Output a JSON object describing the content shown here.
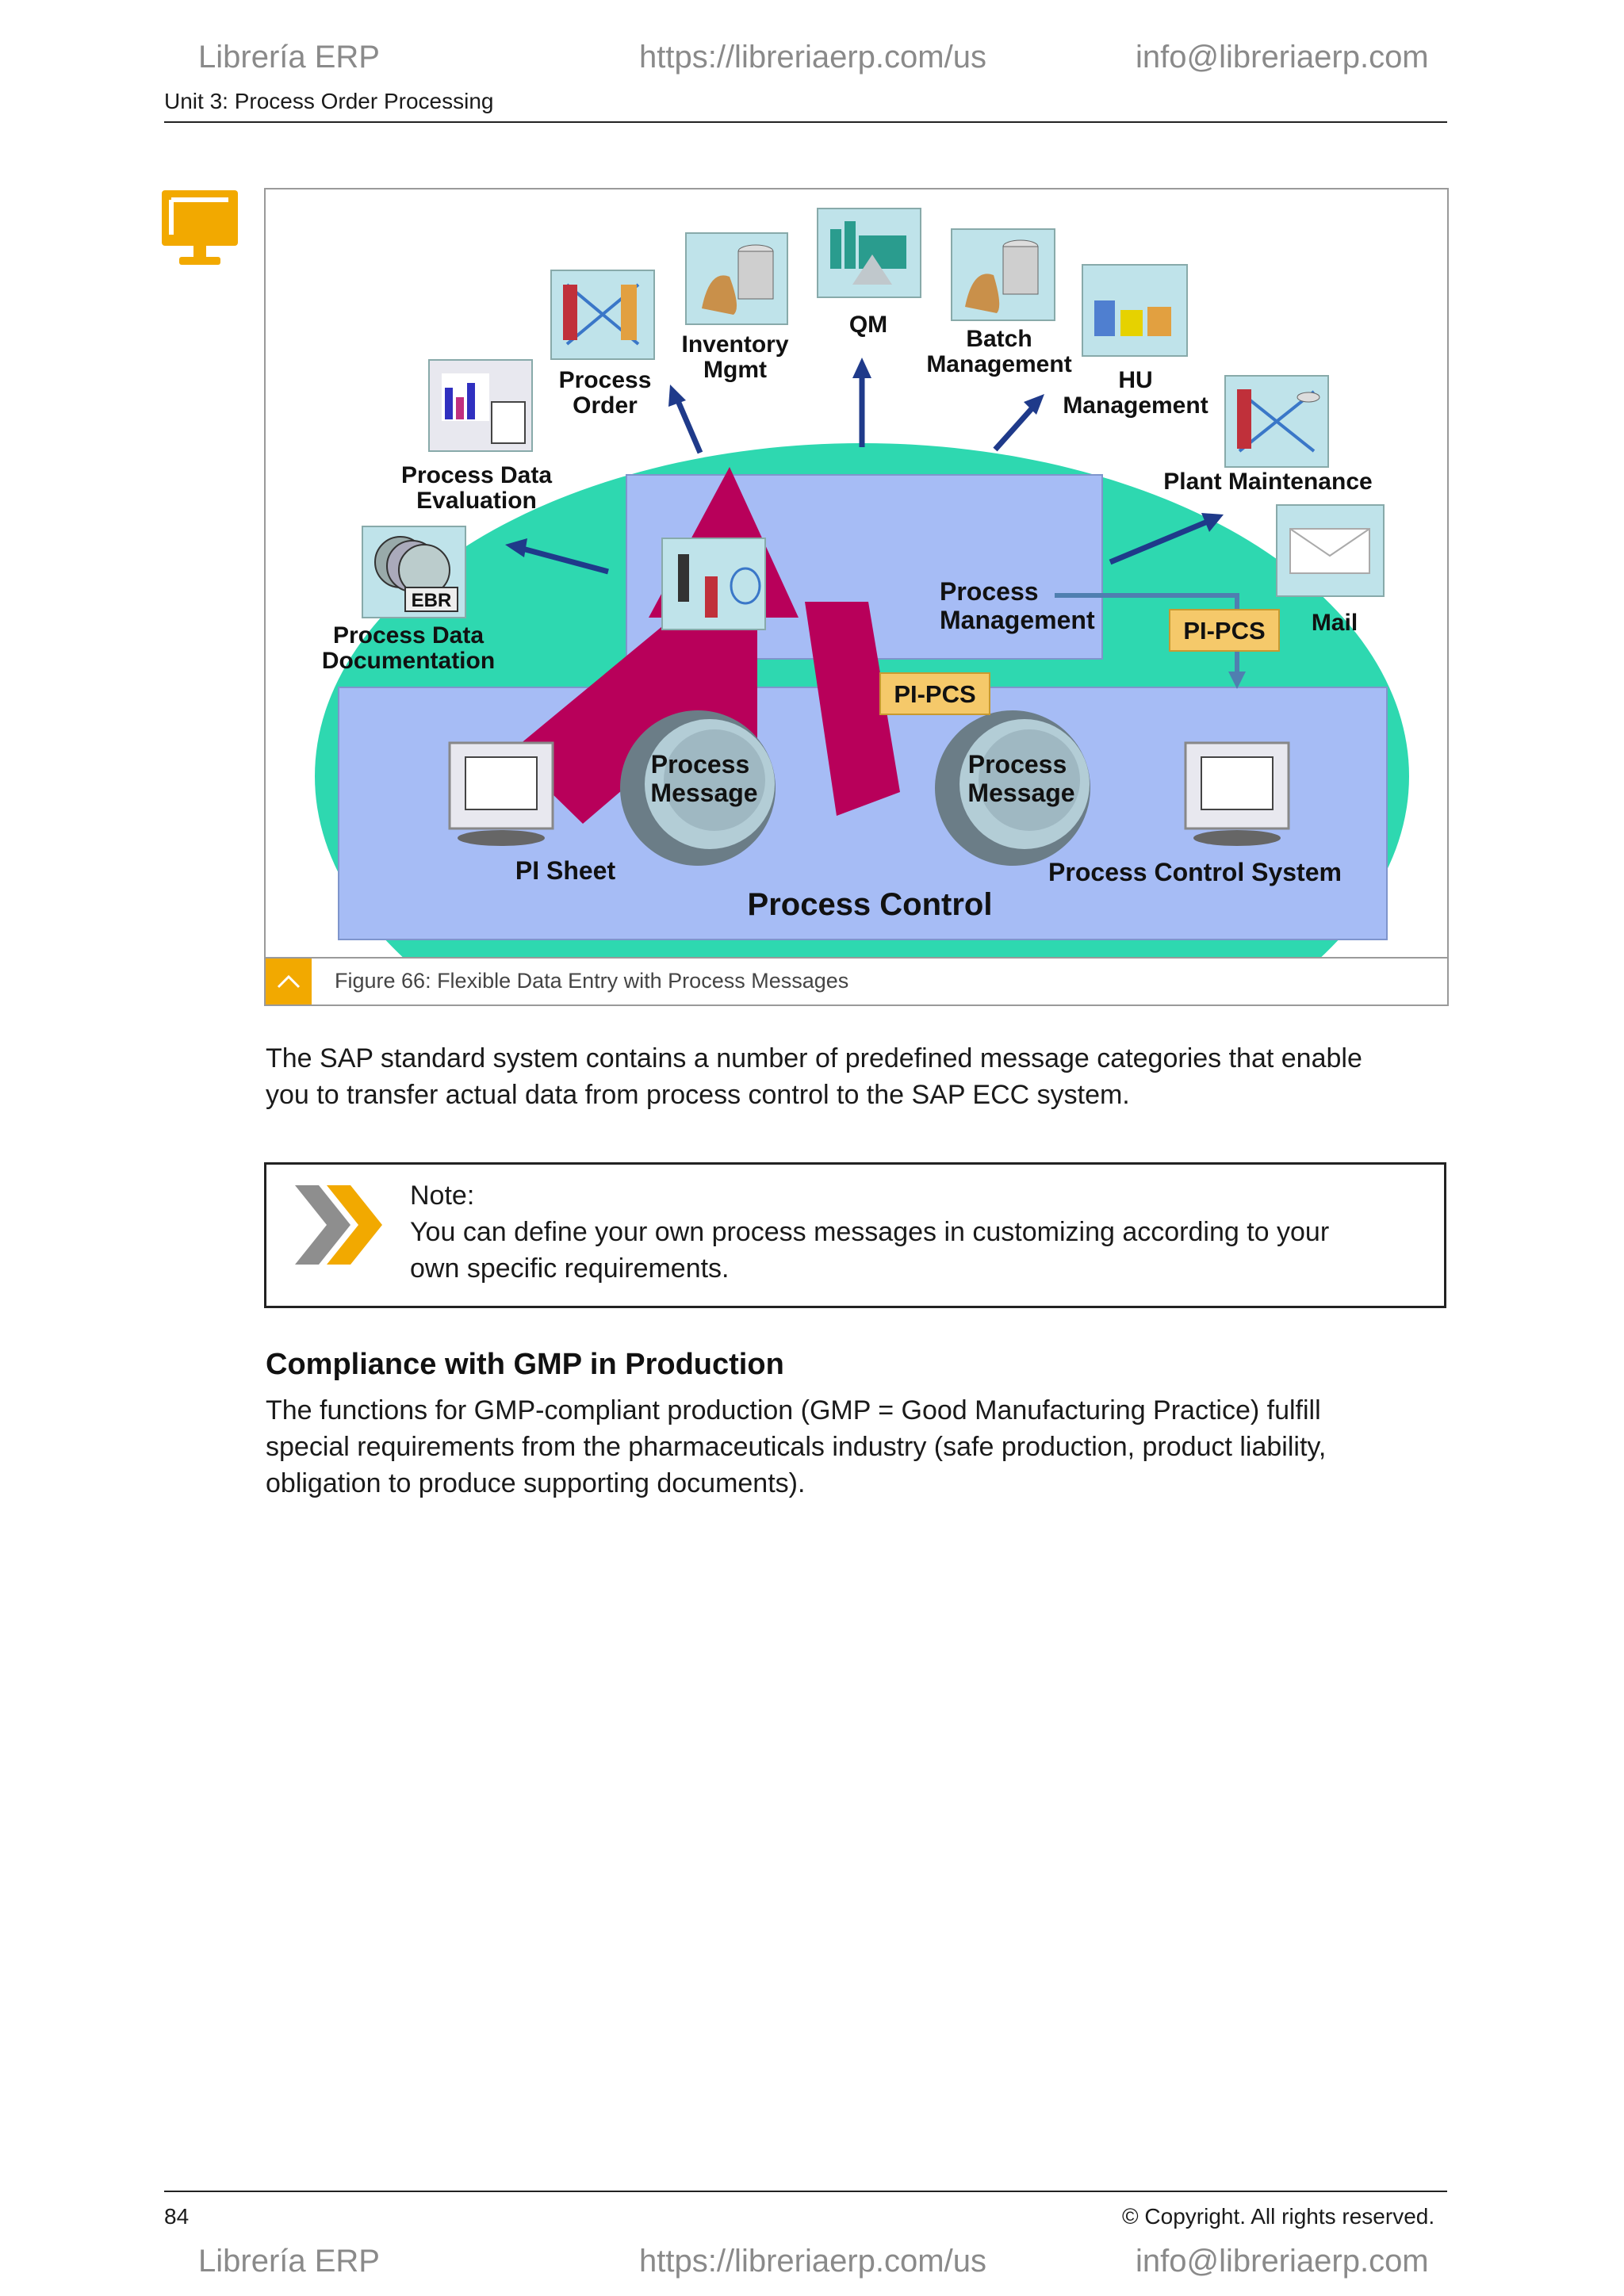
{
  "header": {
    "brand": "Librería ERP",
    "url": "https://libreriaerp.com/us",
    "email": "info@libreriaerp.com",
    "unit_title": "Unit 3: Process Order Processing"
  },
  "figure": {
    "caption": "Figure 66: Flexible Data Entry with Process Messages",
    "labels": {
      "qm": "QM",
      "inventory_1": "Inventory",
      "inventory_2": "Mgmt",
      "batch_1": "Batch",
      "batch_2": "Management",
      "process_order_1": "Process",
      "process_order_2": "Order",
      "hu_1": "HU",
      "hu_2": "Management",
      "pde_eval_1": "Process Data",
      "pde_eval_2": "Evaluation",
      "plant_maint": "Plant Maintenance",
      "ebr": "EBR",
      "pdd_1": "Process Data",
      "pdd_2": "Documentation",
      "mail": "Mail",
      "pm_1": "Process",
      "pm_2": "Management",
      "pipcs_right": "PI-PCS",
      "pipcs_center": "PI-PCS",
      "msg_left_1": "Process",
      "msg_left_2": "Message",
      "msg_right_1": "Process",
      "msg_right_2": "Message",
      "pi_sheet": "PI Sheet",
      "pcs": "Process Control System",
      "process_control": "Process Control"
    },
    "colors": {
      "arc": "#2ed8b0",
      "blue_panel": "#a6bcf5",
      "magenta_arrow": "#b8005a",
      "tag": "#f5c96a",
      "arrow_blue": "#1f3a8a"
    }
  },
  "body": {
    "para1_line1": "The SAP standard system contains a number of predefined message categories that enable",
    "para1_line2": "you to transfer actual data from process control to the SAP ECC system.",
    "note_title": "Note:",
    "note_line1": "You can define your own process messages in customizing according to your",
    "note_line2": "own specific requirements.",
    "section_heading": "Compliance with GMP in Production",
    "para2_line1": "The functions for GMP-compliant production (GMP = Good Manufacturing Practice) fulfill",
    "para2_line2": "special requirements from the pharmaceuticals industry (safe production, product liability,",
    "para2_line3": "obligation to produce supporting documents)."
  },
  "footer": {
    "page_number": "84",
    "copyright": "© Copyright. All rights reserved."
  }
}
